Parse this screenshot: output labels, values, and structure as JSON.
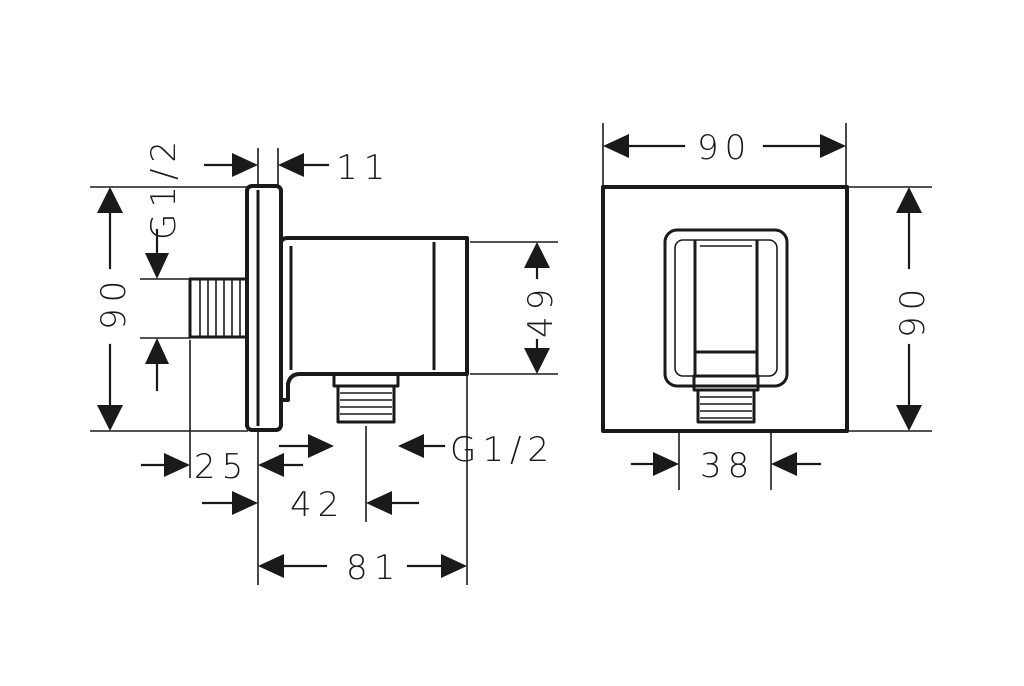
{
  "side_view": {
    "thread_top": "G1/2",
    "flange_thickness": "11",
    "height": "90",
    "body_height": "49",
    "offset_25": "25",
    "offset_42": "42",
    "depth": "81",
    "thread_bottom": "G1/2"
  },
  "front_view": {
    "width": "90",
    "height": "90",
    "outlet_width": "38"
  }
}
